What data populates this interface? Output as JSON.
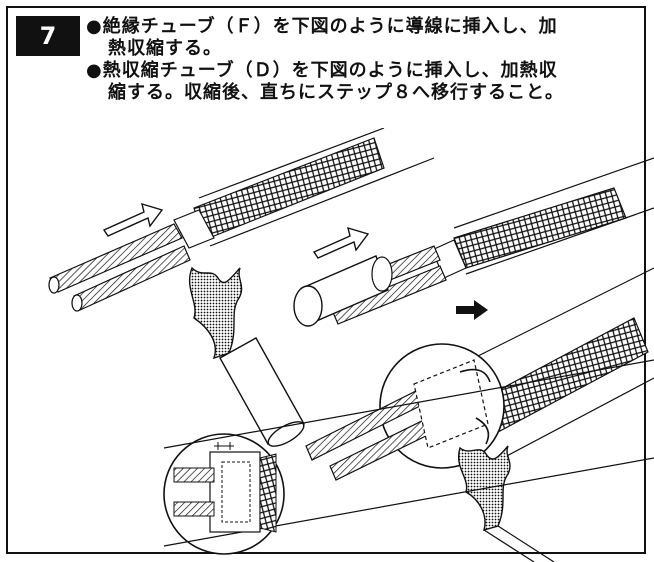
{
  "step": {
    "number": "7"
  },
  "instructions": {
    "item1_line1": "●絶縁チューブ（Ｆ）を下図のように導線に挿入し、加",
    "item1_line2": "熱収縮する。",
    "item2_line1": "●熱収縮チューブ（Ｄ）を下図のように挿入し、加熱収",
    "item2_line2": "縮する。収縮後、直ちにステップ８へ移行すること。"
  },
  "colors": {
    "ink": "#111111",
    "paper": "#ffffff",
    "badge": "#111111"
  },
  "icons": {
    "arrow_left_icon": "insert-arrow",
    "arrow_center_icon": "insert-arrow",
    "flame_left_icon": "heat-flame",
    "flame_right_icon": "heat-flame",
    "small_arrow_icon": "pointer-arrow"
  }
}
